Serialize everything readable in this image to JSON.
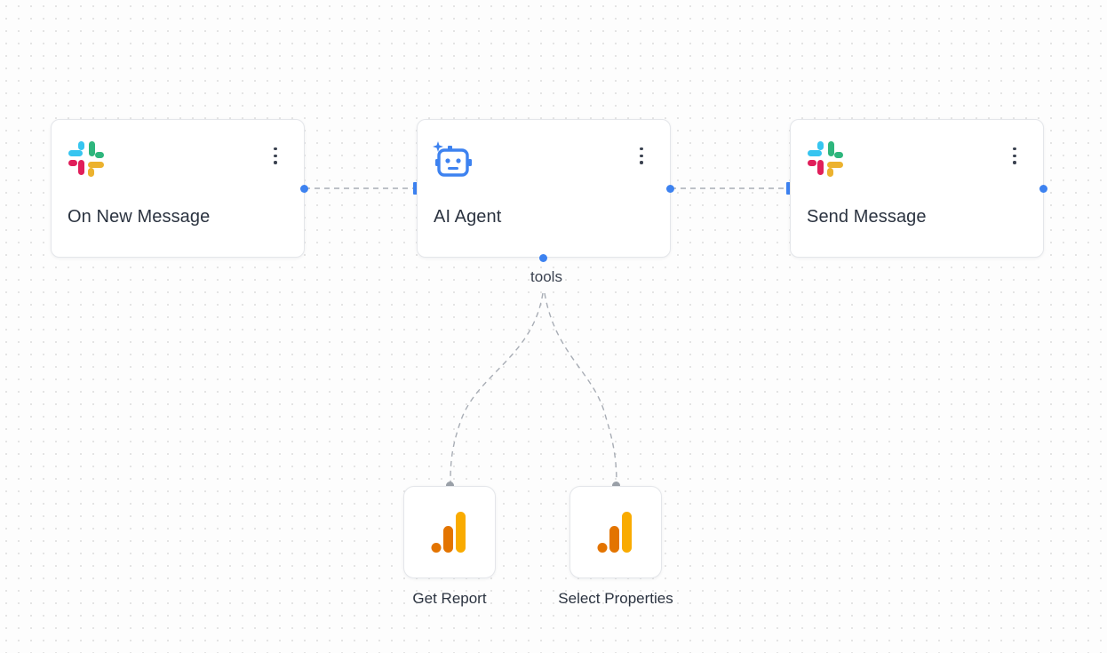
{
  "nodes": {
    "trigger": {
      "label": "On New Message",
      "icon": "slack-icon"
    },
    "agent": {
      "label": "AI Agent",
      "icon": "ai-robot-icon"
    },
    "action": {
      "label": "Send Message",
      "icon": "slack-icon"
    }
  },
  "tools": {
    "label": "tools",
    "items": [
      {
        "label": "Get Report",
        "icon": "google-analytics-icon"
      },
      {
        "label": "Select Properties",
        "icon": "google-analytics-icon"
      }
    ]
  },
  "menu_icon": "more-vertical-icon",
  "colors": {
    "handle": "#3d82f0",
    "edge": "#a8adb5",
    "tool_handle": "#9aa0a8",
    "slack_blue": "#36c5f0",
    "slack_green": "#2eb67d",
    "slack_red": "#e01e5a",
    "slack_yellow": "#ecb22e",
    "robot_blue": "#3d82f0",
    "analytics_orange": "#e37400",
    "analytics_yellow": "#f9ab00"
  }
}
